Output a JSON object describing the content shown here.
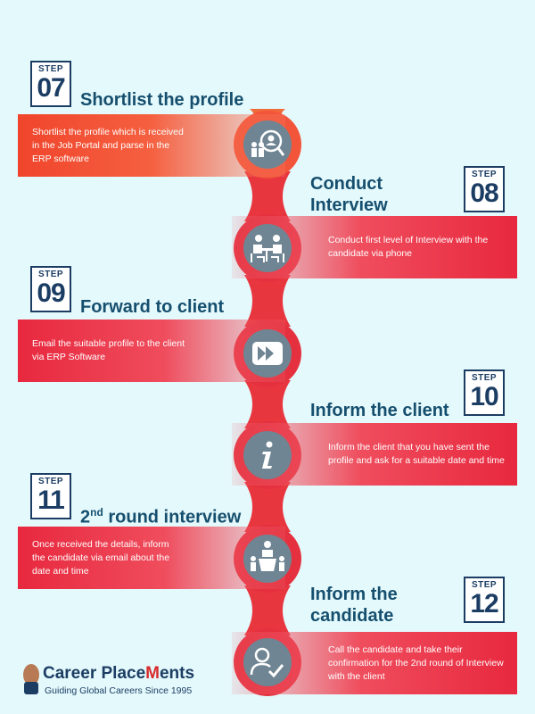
{
  "steps": [
    {
      "label": "STEP",
      "number": "07",
      "title": "Shortlist the profile",
      "desc": "Shortlist the profile which is received in the Job Portal and parse in the ERP software",
      "icon": "people-profile-icon"
    },
    {
      "label": "STEP",
      "number": "08",
      "title": "Conduct Interview",
      "desc": "Conduct first level of Interview with the candidate via phone",
      "icon": "interview-meeting-icon"
    },
    {
      "label": "STEP",
      "number": "09",
      "title": "Forward to client",
      "desc": "Email the suitable profile to the client via ERP Software",
      "icon": "fast-forward-icon"
    },
    {
      "label": "STEP",
      "number": "10",
      "title": "Inform the client",
      "desc": "Inform the client that you have sent the profile and ask for a suitable date and time",
      "icon": "info-icon"
    },
    {
      "label": "STEP",
      "number": "11",
      "title_main": "2",
      "title_sup": "nd",
      "title_rest": " round interview",
      "desc": "Once received the details, inform the candidate via email about the date and time",
      "icon": "presentation-icon"
    },
    {
      "label": "STEP",
      "number": "12",
      "title": "Inform the candidate",
      "desc": "Call the candidate and take their confirmation for the 2nd round of Interview with the client",
      "icon": "user-check-icon"
    }
  ],
  "logo": {
    "brand_a": "Career Place",
    "brand_x": "M",
    "brand_b": "ents",
    "tagline": "Guiding Global Careers Since 1995"
  },
  "colors": {
    "navy": "#1b3d63",
    "title": "#164f6e",
    "orange": "#f0452c",
    "red": "#e8283e",
    "circle": "#e3404a"
  }
}
